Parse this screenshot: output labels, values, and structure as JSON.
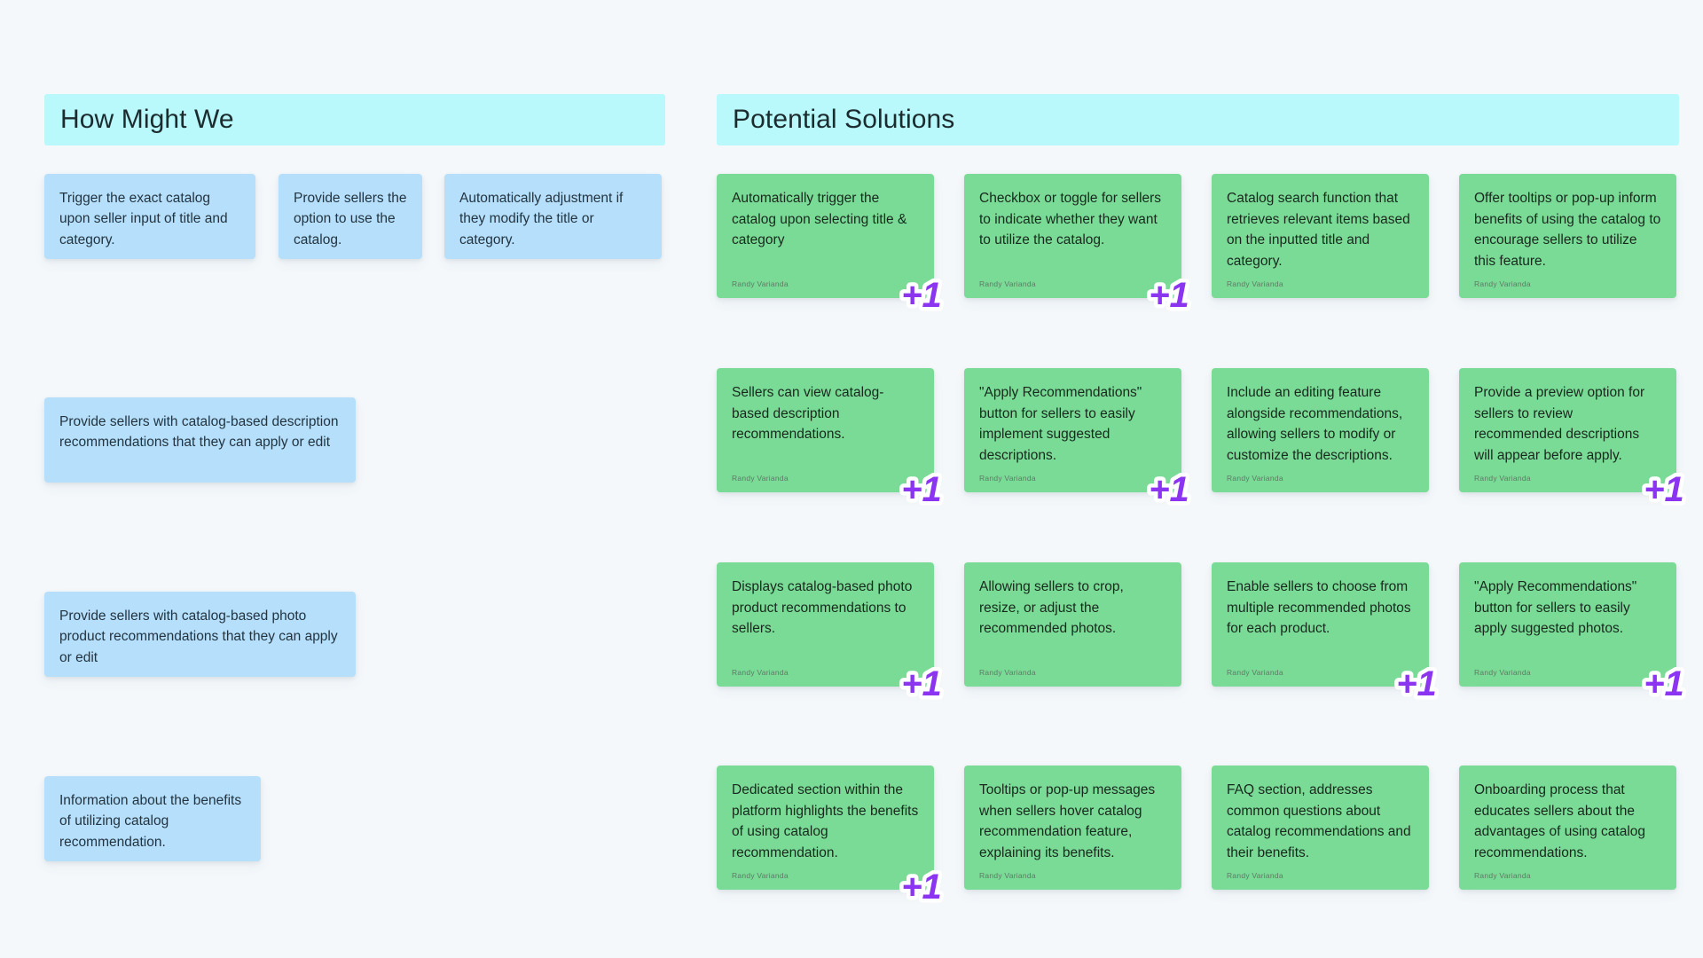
{
  "board": {
    "background_color": "#f4f8fb",
    "author_name": "Randy Varianda",
    "vote_label": "+1",
    "header_color": "#b9f8fb",
    "hmw_note_color": "#b5dffb",
    "solution_note_color": "#7adb96",
    "vote_badge_color": "#8b35f0"
  },
  "hmw": {
    "header": "How Might We",
    "notes": [
      {
        "text": "Trigger the exact catalog upon seller input of title and category."
      },
      {
        "text": "Provide sellers the option to use the catalog."
      },
      {
        "text": "Automatically adjustment if they modify the title or category."
      },
      {
        "text": "Provide sellers with catalog-based description recommendations that they can apply or edit"
      },
      {
        "text": "Provide sellers with catalog-based photo product recommendations that they can apply or edit"
      },
      {
        "text": "Information about the benefits of utilizing catalog recommendation."
      }
    ]
  },
  "solutions": {
    "header": "Potential Solutions",
    "notes": [
      {
        "text": "Automatically trigger the catalog upon selecting title & category",
        "author": "Randy Varianda",
        "votes": 1
      },
      {
        "text": "Checkbox or toggle for sellers to indicate whether they want to utilize the catalog.",
        "author": "Randy Varianda",
        "votes": 1
      },
      {
        "text": "Catalog search function that retrieves relevant items based on the inputted title and category.",
        "author": "Randy Varianda",
        "votes": 0
      },
      {
        "text": "Offer tooltips or pop-up inform benefits of using the catalog to encourage sellers to utilize this feature.",
        "author": "Randy Varianda",
        "votes": 0
      },
      {
        "text": "Sellers can view catalog-based description recommendations.",
        "author": "Randy Varianda",
        "votes": 1
      },
      {
        "text": "\"Apply Recommendations\" button for sellers to easily implement suggested descriptions.",
        "author": "Randy Varianda",
        "votes": 1
      },
      {
        "text": "Include an editing feature alongside recommendations, allowing sellers to modify or customize the descriptions.",
        "author": "Randy Varianda",
        "votes": 0
      },
      {
        "text": "Provide a preview option for sellers to review recommended descriptions will appear before apply.",
        "author": "Randy Varianda",
        "votes": 1
      },
      {
        "text": "Displays catalog-based photo product recommendations to sellers.",
        "author": "Randy Varianda",
        "votes": 1
      },
      {
        "text": "Allowing sellers to crop, resize, or adjust the recommended photos.",
        "author": "Randy Varianda",
        "votes": 0
      },
      {
        "text": "Enable sellers to choose from multiple recommended photos for each product.",
        "author": "Randy Varianda",
        "votes": 1
      },
      {
        "text": "\"Apply Recommendations\" button for sellers to easily apply suggested photos.",
        "author": "Randy Varianda",
        "votes": 1
      },
      {
        "text": "Dedicated section within the platform highlights the benefits of using catalog recommendation.",
        "author": "Randy Varianda",
        "votes": 1
      },
      {
        "text": "Tooltips or pop-up messages when sellers hover catalog recommendation feature, explaining its benefits.",
        "author": "Randy Varianda",
        "votes": 0
      },
      {
        "text": "FAQ section, addresses common questions about catalog recommendations and their benefits.",
        "author": "Randy Varianda",
        "votes": 0
      },
      {
        "text": "Onboarding process that educates sellers about the advantages of using catalog recommendations.",
        "author": "Randy Varianda",
        "votes": 0
      }
    ]
  }
}
